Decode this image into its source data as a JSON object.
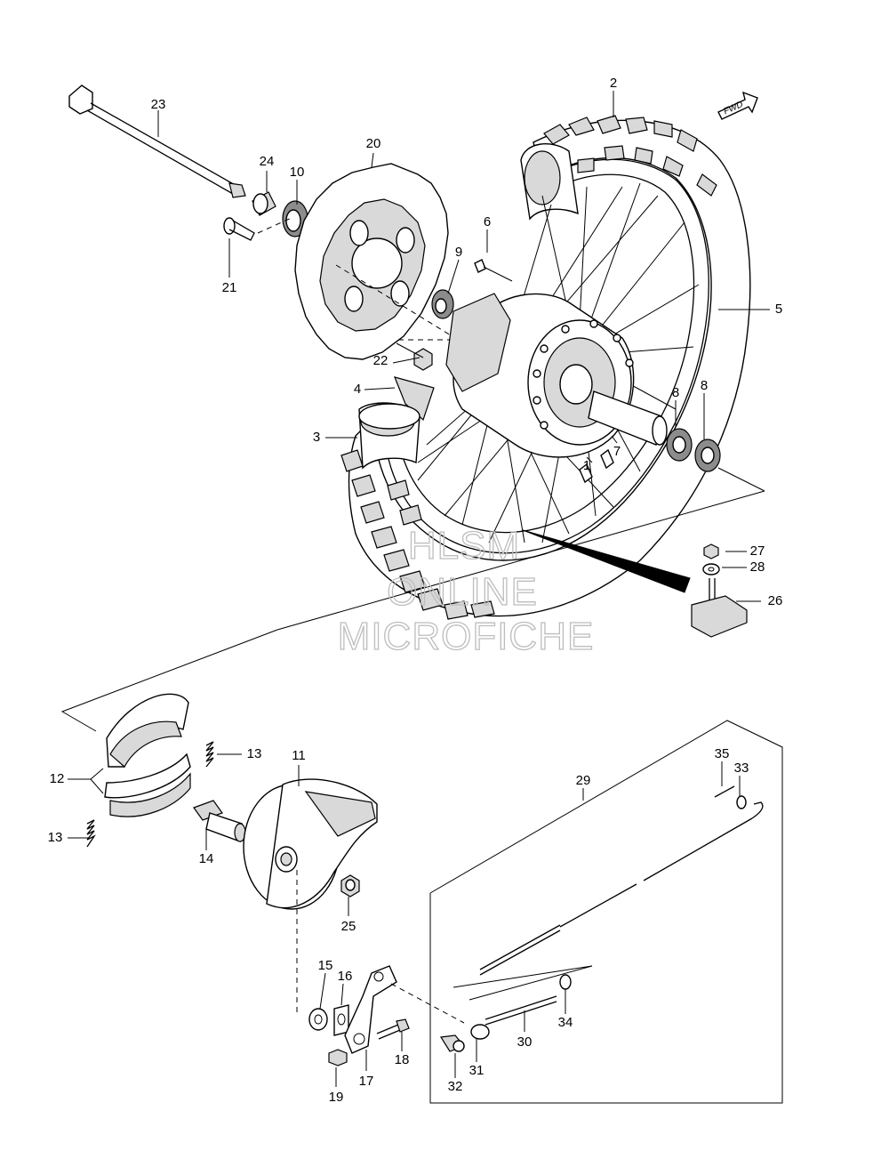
{
  "watermark": {
    "line1": "HLSM",
    "line2": "ONLINE",
    "line3": "MICROFICHE"
  },
  "direction_badge": "FWD",
  "callouts": [
    "1",
    "2",
    "3",
    "4",
    "5",
    "6",
    "7",
    "8",
    "9",
    "10",
    "11",
    "12",
    "13",
    "14",
    "15",
    "16",
    "17",
    "18",
    "19",
    "20",
    "21",
    "22",
    "23",
    "24",
    "25",
    "26",
    "27",
    "28",
    "29",
    "30",
    "31",
    "32",
    "33",
    "34",
    "35"
  ],
  "colors": {
    "line": "#000000",
    "watermark": "#bdbdbd",
    "background": "#ffffff"
  }
}
